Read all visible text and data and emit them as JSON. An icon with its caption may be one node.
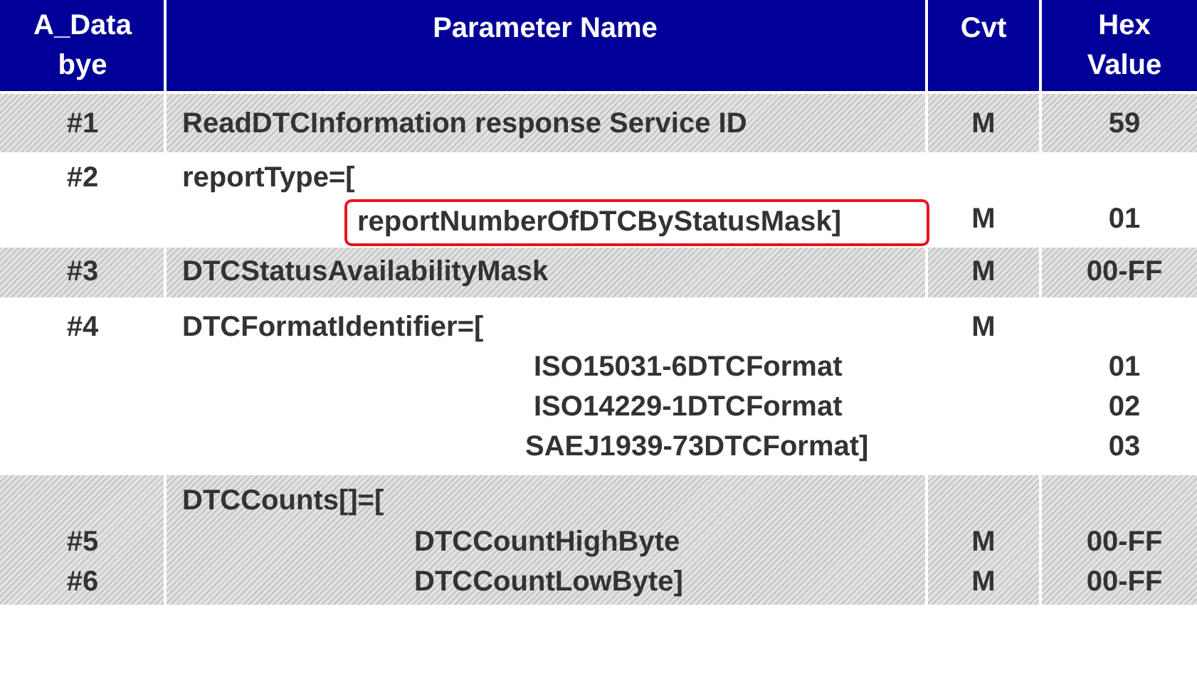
{
  "diagram": {
    "nodes": [
      {
        "text": [
          "reportNumberOfDTCByStatusMask]"
        ]
      }
    ],
    "edges": [],
    "labels": [
      "A_Data bye",
      "Parameter Name",
      "Cvt",
      "Hex Value",
      "#1",
      "ReadDTCInformation response Service ID",
      "M",
      "59",
      "#2",
      "reportType=[",
      "M",
      "01",
      "#3",
      "DTCStatusAvailabilityMask",
      "M",
      "00-FF",
      "#4",
      "DTCFormatIdentifier=[",
      "M",
      "ISO15031-6DTCFormat",
      "01",
      "ISO14229-1DTCFormat",
      "02",
      "SAEJ1939-73DTCFormat]",
      "03",
      "DTCCounts[]=[",
      "#5",
      "DTCCountHighByte",
      "M",
      "00-FF",
      "#6",
      "DTCCountLowByte]",
      "M",
      "00-FF"
    ]
  }
}
